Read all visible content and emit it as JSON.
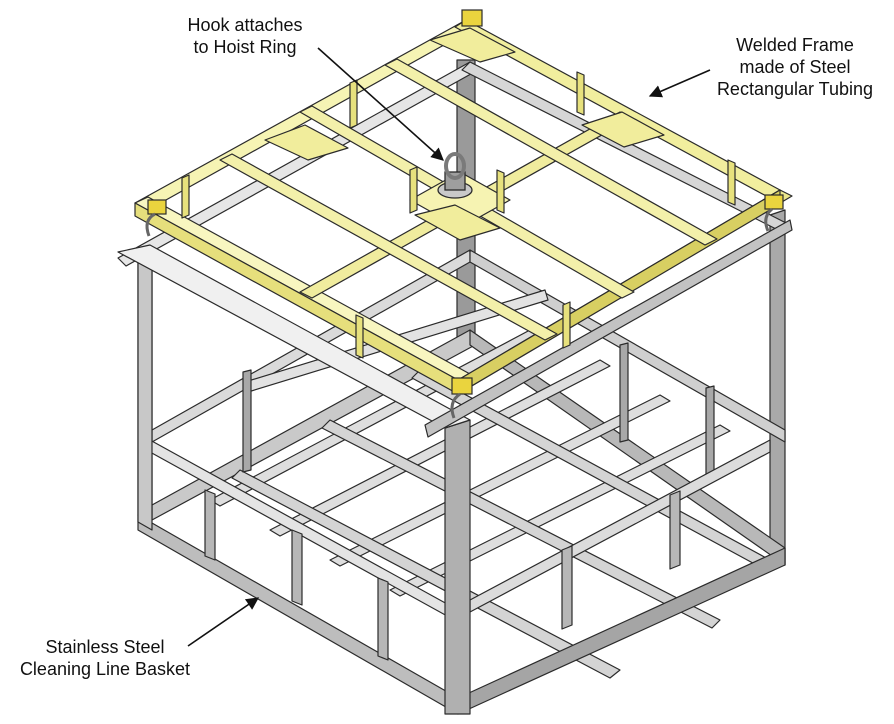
{
  "callouts": {
    "hook": {
      "line1": "Hook attaches",
      "line2": "to Hoist Ring"
    },
    "frame": {
      "line1": "Welded Frame",
      "line2": "made of Steel",
      "line3": "Rectangular Tubing"
    },
    "basket": {
      "line1": "Stainless Steel",
      "line2": "Cleaning Line Basket"
    }
  },
  "colors": {
    "frame_fill": "#f4f2a8",
    "frame_shadow": "#dcd77a",
    "steel_light": "#d9d9d9",
    "steel_mid": "#bdbdbd",
    "steel_dark": "#8d8d8d",
    "outline": "#2b2b2b",
    "hardware": "#e8cf3a"
  }
}
